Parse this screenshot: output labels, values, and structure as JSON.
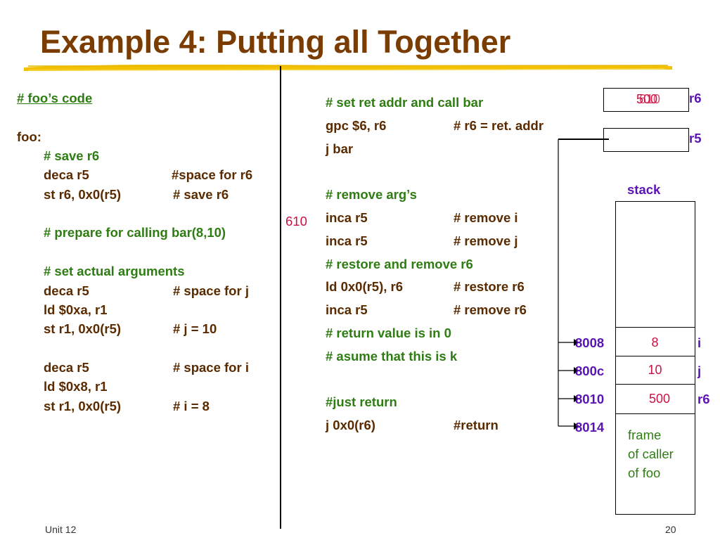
{
  "title": "Example 4: Putting all Together",
  "left_code": {
    "heading": "# foo’s code",
    "label_foo": "foo:",
    "c_save_r6": "# save r6",
    "l1a": "deca r5",
    "l1b": "#space for r6",
    "l2a": "st r6, 0x0(r5)",
    "l2b": "# save r6",
    "c_prepare": "# prepare for calling bar(8,10)",
    "c_actual": "# set actual arguments",
    "l3a": "deca r5",
    "l3b": "# space for j",
    "l4a": "ld $0xa, r1",
    "l5a": "st r1, 0x0(r5)",
    "l5b": "# j = 10",
    "l6a": "deca r5",
    "l6b": "# space for i",
    "l7a": "ld $0x8, r1",
    "l8a": "st r1, 0x0(r5)",
    "l8b": "# i = 8"
  },
  "right_code": {
    "c_setret": "# set ret  addr  and call bar",
    "r1a": "gpc $6,  r6",
    "r1b": "# r6 = ret. addr",
    "r2a": "j  bar",
    "c_remove_args": "# remove arg’s",
    "r3a": "inca r5",
    "r3b": "# remove i",
    "r4a": "inca r5",
    "r4b": "# remove j",
    "c_restore": "# restore and remove r6",
    "r5a": "ld 0x0(r5), r6",
    "r5b": "# restore r6",
    "r6a": "inca r5",
    "r6b": "# remove r6",
    "c_retval": "# return value is in 0",
    "c_asume": "# asume that this is k",
    "c_justret": "#just return",
    "r7a": "j  0x0(r6)",
    "r7b": "#return"
  },
  "annotation_610": "610",
  "registers": {
    "r6_label": "r6",
    "r6_old": "500",
    "r6_new": "610",
    "r5_label": "r5"
  },
  "stack": {
    "label": "stack",
    "rows": [
      {
        "addr": "8008",
        "value": "8",
        "name": "i"
      },
      {
        "addr": "800c",
        "value": "10",
        "name": "j"
      },
      {
        "addr": "8010",
        "value": "500",
        "name": "r6"
      },
      {
        "addr": "8014",
        "value": "",
        "name": ""
      }
    ],
    "frame_line1": "frame",
    "frame_line2": "of caller",
    "frame_line3": "of foo"
  },
  "footer": {
    "left": "Unit 12",
    "right": "20"
  },
  "colors": {
    "title": "#7a3c00",
    "code": "#5a2a00",
    "comment": "#2e7d12",
    "value": "#cc1144",
    "label": "#5a14b4",
    "brush": "#f2c200"
  }
}
